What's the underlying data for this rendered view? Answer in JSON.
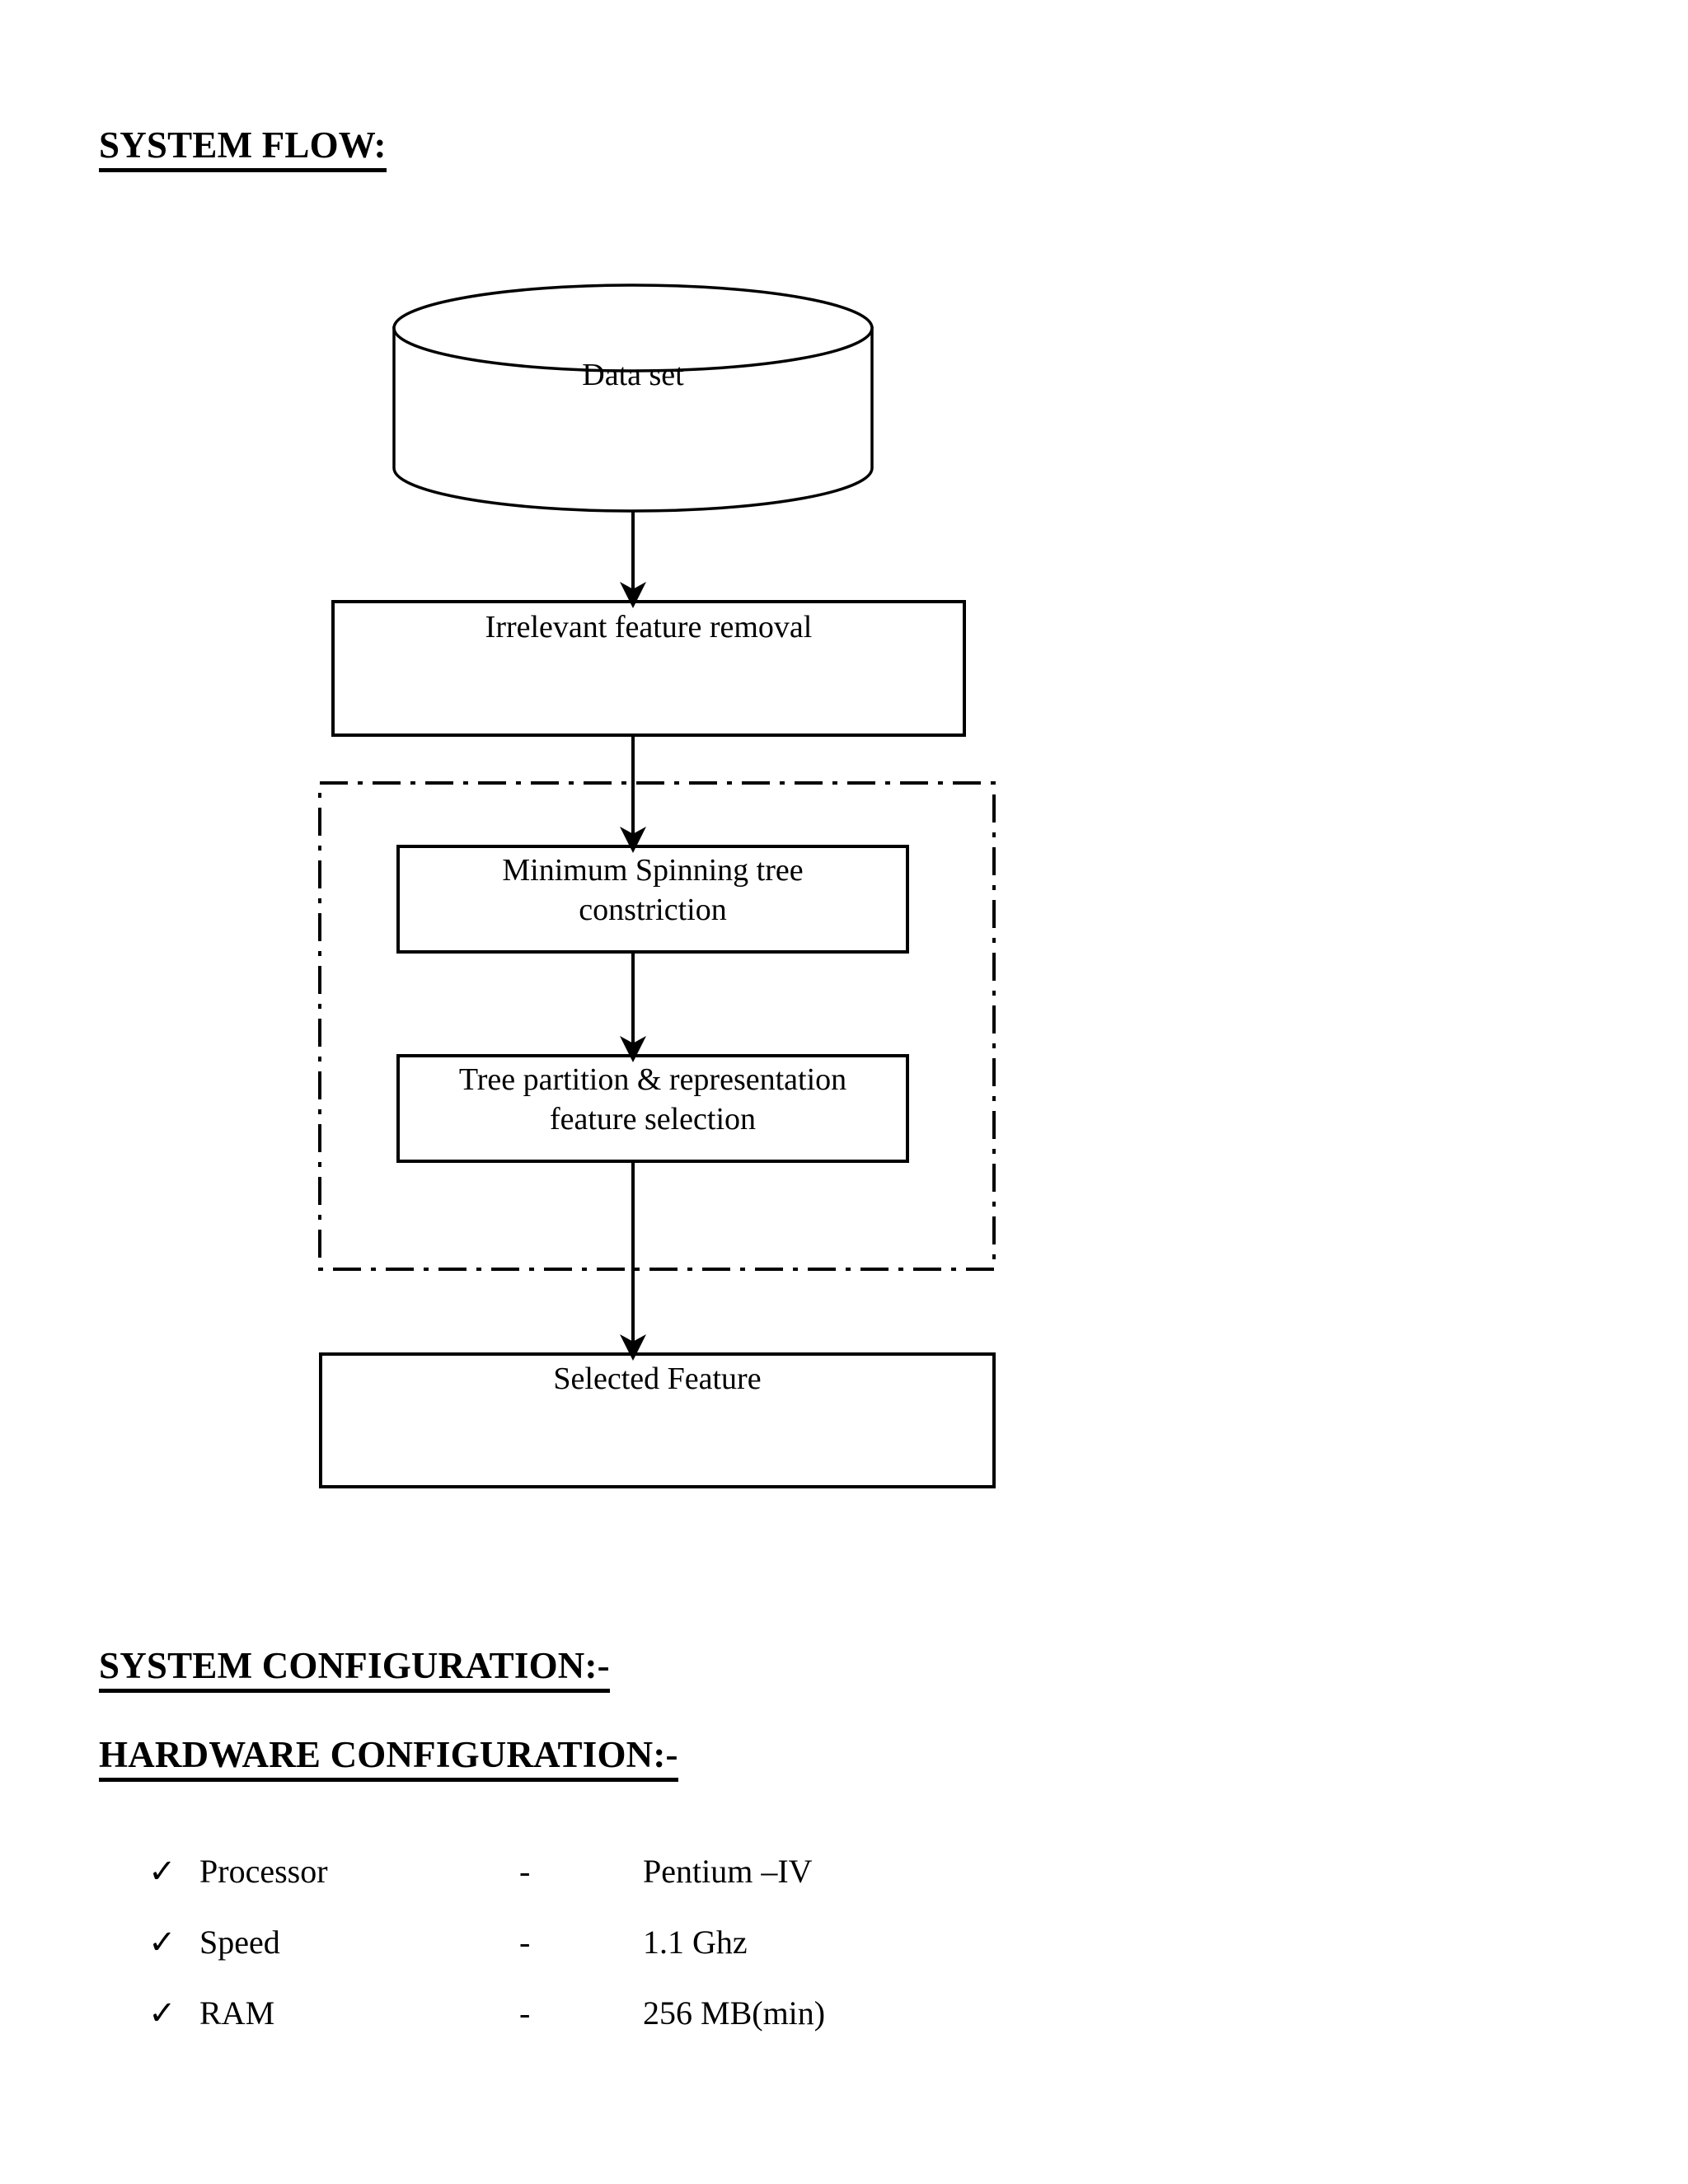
{
  "document": {
    "title": "SYSTEM FLOW:",
    "background_color": "#ffffff",
    "text_color": "#000000",
    "stroke_color": "#000000"
  },
  "flowchart": {
    "nodes": [
      {
        "id": "dataset",
        "shape": "cylinder",
        "label": "Data set"
      },
      {
        "id": "irrelevant",
        "shape": "rectangle",
        "label": "Irrelevant feature removal"
      },
      {
        "id": "mst",
        "shape": "rectangle",
        "label": "Minimum Spinning tree\nconstriction"
      },
      {
        "id": "treepart",
        "shape": "rectangle",
        "label": "Tree partition & representation\nfeature selection"
      },
      {
        "id": "selected",
        "shape": "rectangle",
        "label": "Selected Feature"
      }
    ],
    "group": {
      "id": "dashed-group",
      "style": "dash-dot",
      "label": ""
    },
    "edges": [
      {
        "from": "dataset",
        "to": "irrelevant",
        "arrow": "down"
      },
      {
        "from": "irrelevant",
        "to": "mst",
        "arrow": "down"
      },
      {
        "from": "mst",
        "to": "treepart",
        "arrow": "down"
      },
      {
        "from": "treepart",
        "to": "selected",
        "arrow": "down"
      }
    ]
  },
  "sections": {
    "system_configuration_heading": "SYSTEM CONFIGURATION:-",
    "hardware_configuration_heading": "HARDWARE CONFIGURATION:-"
  },
  "hardware": {
    "bullet_glyph": "✓",
    "separator": "-",
    "items": [
      {
        "label": "Processor",
        "value": "Pentium –IV"
      },
      {
        "label": "Speed",
        "value": "1.1 Ghz"
      },
      {
        "label": "RAM",
        "value": "256 MB(min)"
      }
    ]
  }
}
